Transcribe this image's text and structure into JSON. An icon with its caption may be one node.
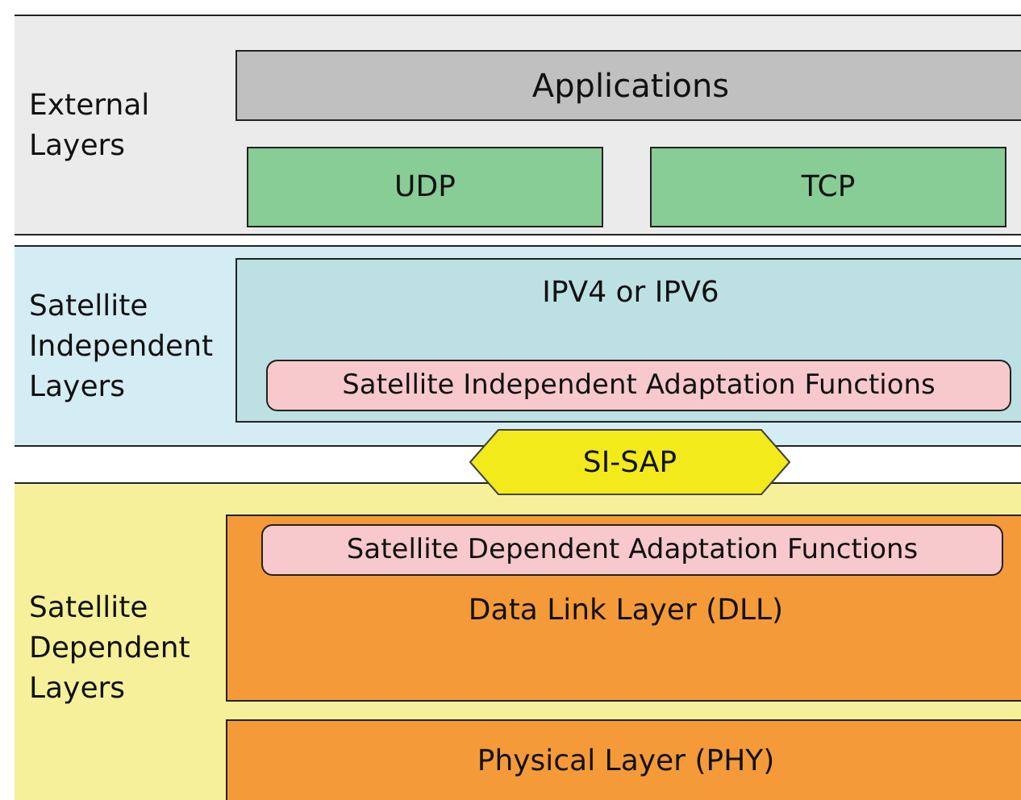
{
  "diagram": {
    "nodes": [
      {
        "text": [
          "External Layers"
        ]
      },
      {
        "text": [
          "Applications"
        ],
        "in": 0
      },
      {
        "text": [
          "UDP"
        ],
        "in": 0
      },
      {
        "text": [
          "TCP"
        ],
        "in": 0
      },
      {
        "text": [
          "Satellite Independent Layers"
        ]
      },
      {
        "text": [
          "IPV4 or IPV6"
        ],
        "in": 4
      },
      {
        "text": [
          "Satellite Independent Adaptation Functions"
        ],
        "in": 5
      },
      {
        "text": [
          "SI-SAP"
        ]
      },
      {
        "text": [
          "Satellite Dependent Layers"
        ]
      },
      {
        "text": [
          "Data Link Layer (DLL)"
        ],
        "in": 8
      },
      {
        "text": [
          "Satellite Dependent Adaptation Functions"
        ],
        "in": 9
      },
      {
        "text": [
          "Physical Layer (PHY)"
        ],
        "in": 8
      }
    ]
  }
}
